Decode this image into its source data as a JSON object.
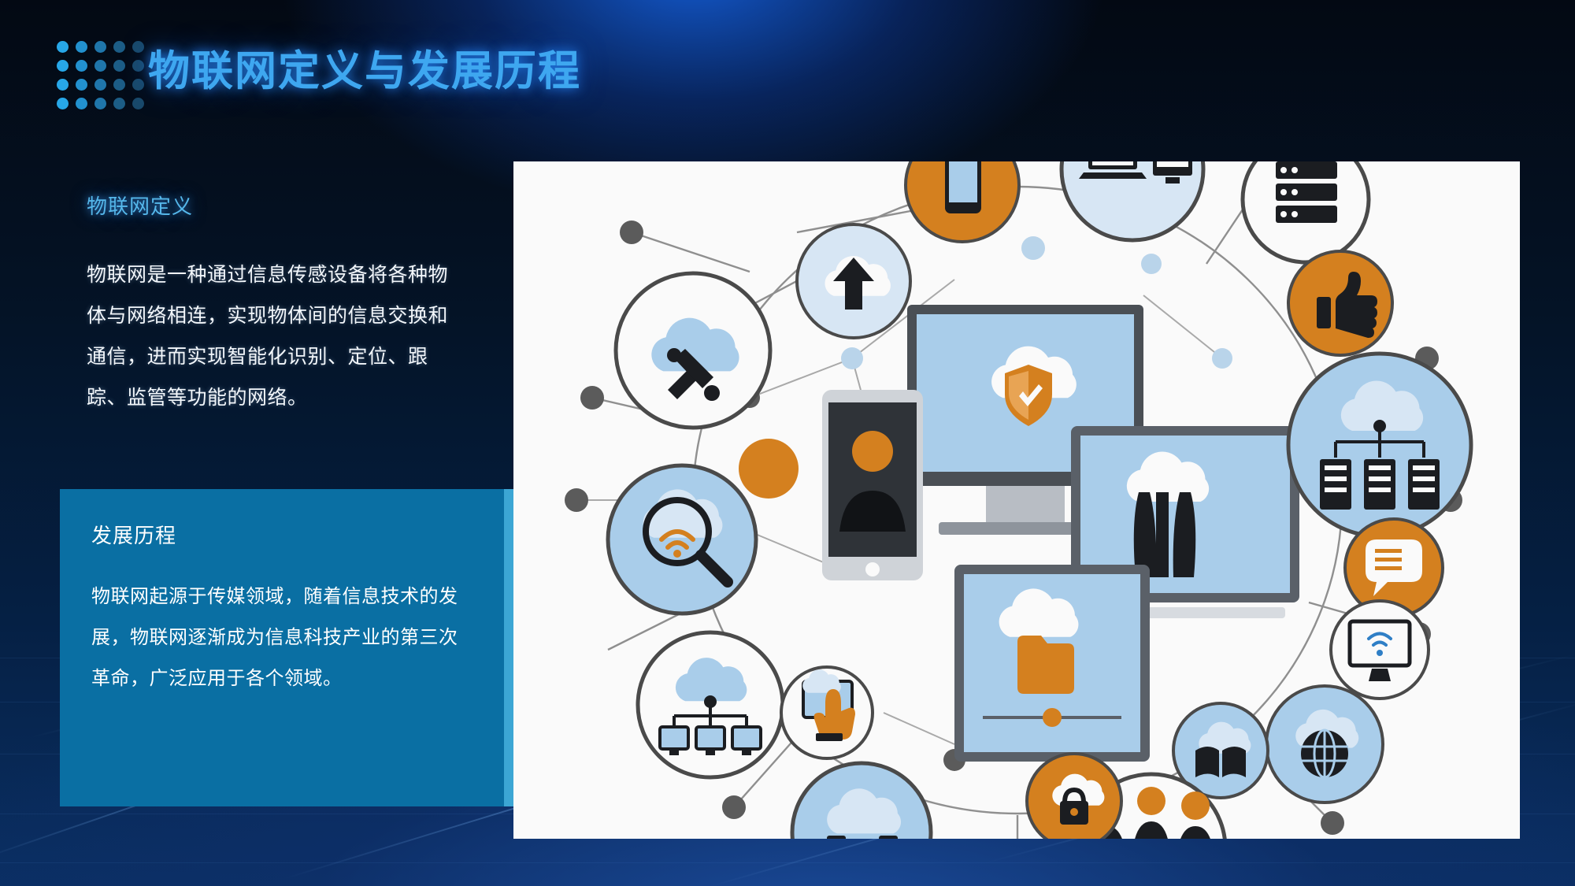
{
  "slide": {
    "title": "物联网定义与发展历程",
    "logo_icon": "dot-grid-icon",
    "accent_blue": "#3ea7f0",
    "heading_cyan": "#55b7ea",
    "box_dark_blue": "#0a6fa3",
    "box_light_blue": "#3ca6d4",
    "background_dark": "#041020"
  },
  "definition": {
    "heading": "物联网定义",
    "body": "物联网是一种通过信息传感设备将各种物体与网络相连，实现物体间的信息交换和通信，进而实现智能化识别、定位、跟踪、监管等功能的网络。"
  },
  "history": {
    "heading": "发展历程",
    "body": "物联网起源于传媒领域，随着信息技术的发展，物联网逐渐成为信息科技产业的第三次革命，广泛应用于各个领域。"
  },
  "illustration": {
    "name": "iot-network-diagram",
    "description": "物联网设备互联示意图",
    "palette": {
      "light_blue": "#a9cdea",
      "mid_blue": "#8fbde4",
      "orange": "#d4801f",
      "dark_gray": "#3d3d3d",
      "panel_bg": "#fafafa"
    },
    "nodes": [
      {
        "id": "cloud-tools",
        "icon": "cloud-tools-icon",
        "style": "white-circle"
      },
      {
        "id": "cloud-upload",
        "icon": "cloud-upload-icon",
        "style": "light-circle"
      },
      {
        "id": "mobile-phone",
        "icon": "mobile-phone-icon",
        "style": "orange-circle"
      },
      {
        "id": "laptop-desktop",
        "icon": "laptop-desktop-icon",
        "style": "light-circle"
      },
      {
        "id": "server-rack",
        "icon": "server-rack-icon",
        "style": "white-circle"
      },
      {
        "id": "thumbs-up",
        "icon": "thumbs-up-icon",
        "style": "orange-circle"
      },
      {
        "id": "cloud-servers",
        "icon": "cloud-servers-icon",
        "style": "light-circle"
      },
      {
        "id": "chat-message",
        "icon": "chat-message-icon",
        "style": "orange-circle"
      },
      {
        "id": "monitor-wifi",
        "icon": "monitor-wifi-icon",
        "style": "white-circle"
      },
      {
        "id": "globe-cloud",
        "icon": "globe-cloud-icon",
        "style": "light-circle"
      },
      {
        "id": "book-cloud",
        "icon": "book-cloud-icon",
        "style": "light-circle"
      },
      {
        "id": "people-group",
        "icon": "people-group-icon",
        "style": "white-circle"
      },
      {
        "id": "cloud-lock",
        "icon": "cloud-lock-icon",
        "style": "orange-circle"
      },
      {
        "id": "cloud-briefcase",
        "icon": "cloud-briefcase-icon",
        "style": "light-circle"
      },
      {
        "id": "cloud-network",
        "icon": "cloud-network-icon",
        "style": "white-circle"
      },
      {
        "id": "tablet-touch",
        "icon": "tablet-touch-icon",
        "style": "white-circle"
      },
      {
        "id": "cloud-search-wifi",
        "icon": "cloud-search-wifi-icon",
        "style": "light-circle"
      },
      {
        "id": "orange-dot",
        "icon": "orange-dot-icon",
        "style": "orange-dot"
      }
    ],
    "center_devices": [
      {
        "id": "desktop-monitor",
        "icon": "shield-cloud-icon"
      },
      {
        "id": "smartphone",
        "icon": "user-avatar-icon"
      },
      {
        "id": "tablet-landscape",
        "icon": "cloud-factory-icon"
      },
      {
        "id": "tablet-portrait",
        "icon": "cloud-folder-icon"
      }
    ]
  }
}
